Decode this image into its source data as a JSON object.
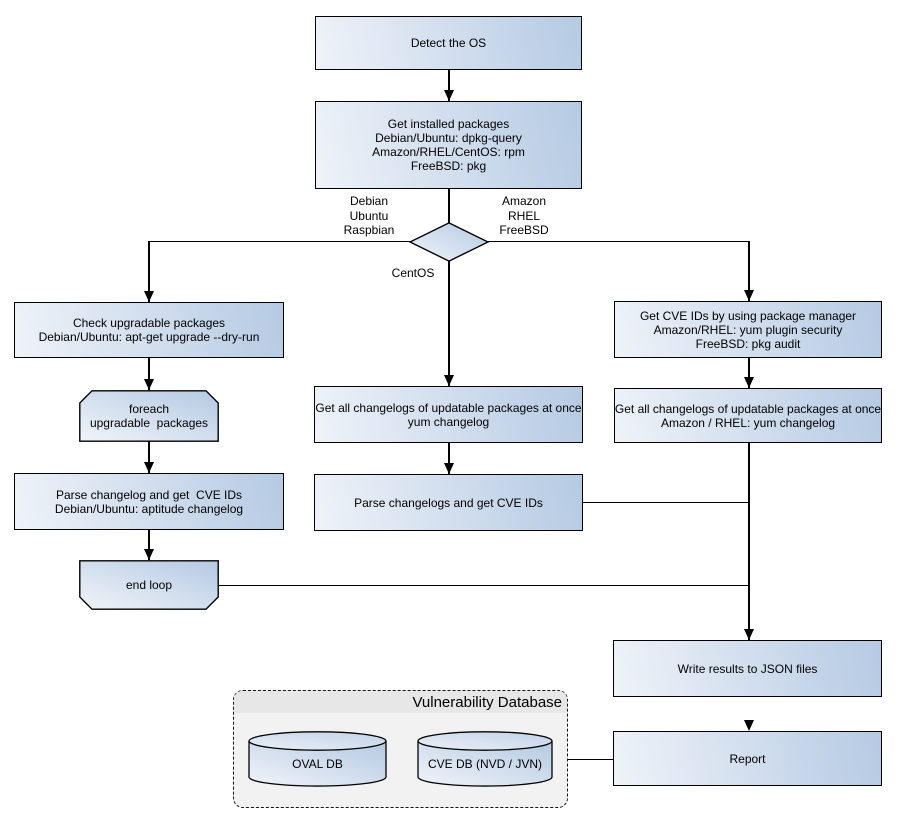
{
  "colors": {
    "node_fill_light": "#eff3f9",
    "node_fill_dark": "#b5cae3",
    "line": "#000000",
    "db_panel_fill": "#f2f2f2",
    "db_band_fill": "#e7e7e7"
  },
  "nodes": {
    "detect_os": "Detect the OS",
    "get_installed_packages": "Get installed packages\nDebian/Ubuntu: dpkg-query\nAmazon/RHEL/CentOS: rpm\nFreeBSD: pkg",
    "check_upgradable": "Check upgradable packages\nDebian/Ubuntu: apt-get upgrade --dry-run",
    "foreach_loop": "foreach\nupgradable  packages",
    "parse_changelog_left": "Parse changelog and get  CVE IDs\nDebian/Ubuntu: aptitude changelog",
    "end_loop": "end loop",
    "get_changelogs_centos": "Get all changelogs of updatable packages at once\nyum changelog",
    "parse_changelogs_centos": "Parse changelogs and get CVE IDs",
    "get_cve_ids_pkg_manager": "Get CVE IDs by using package manager\nAmazon/RHEL: yum plugin security\nFreeBSD: pkg audit",
    "get_changelogs_amazon_rhel": "Get all changelogs of updatable packages at once\nAmazon / RHEL: yum changelog",
    "write_results": "Write results to JSON files",
    "report": "Report"
  },
  "decision": {
    "left_label": "Debian\nUbuntu\nRaspbian",
    "right_label": "Amazon\nRHEL\nFreeBSD",
    "bottom_label": "CentOS"
  },
  "vulnerability_database": {
    "title": "Vulnerability Database",
    "oval_db": "OVAL DB",
    "cve_db": "CVE DB (NVD / JVN)"
  }
}
